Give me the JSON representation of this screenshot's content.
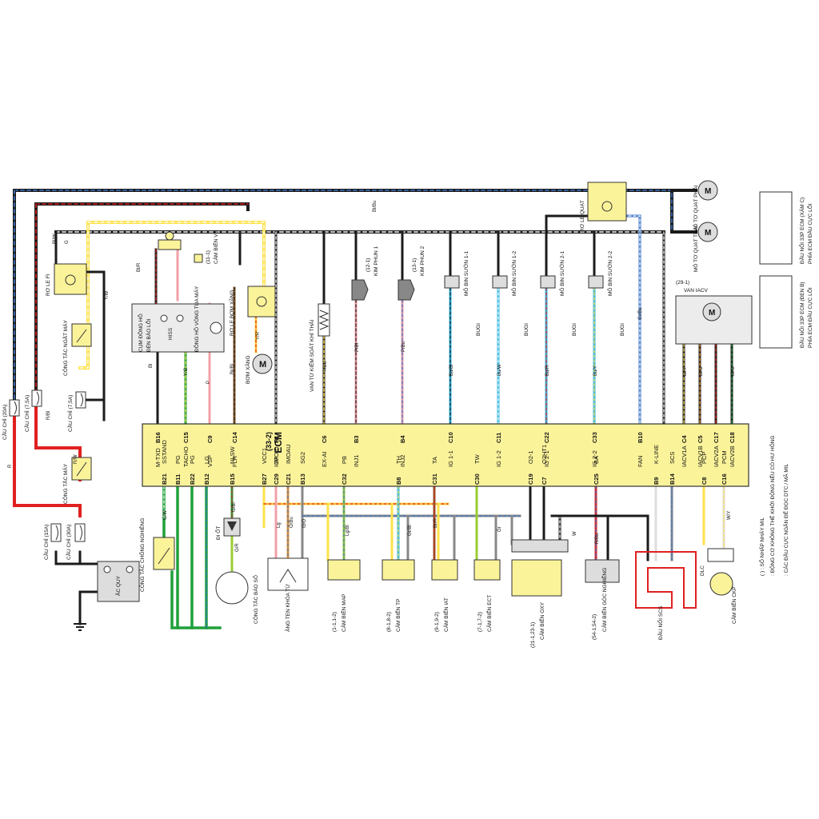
{
  "colors": {
    "black": "#1b1b1b",
    "red": "#e02020",
    "yellow": "#ffe24a",
    "green": "#1fa03a",
    "blue": "#3a73c8",
    "pink": "#f2a0a8",
    "ecm_fill": "#fbf39a",
    "grey": "#cccccc",
    "orange": "#f29a2e",
    "cyan": "#2fb5e0"
  },
  "ecm": {
    "name": "ECM",
    "ref": "(33-2)"
  },
  "top_pins": [
    {
      "code": "B16",
      "name": "M-TXD"
    },
    {
      "code": "C15",
      "name": "TACHO"
    },
    {
      "code": "C9",
      "name": "VSP"
    },
    {
      "code": "C14",
      "name": "FLR"
    },
    {
      "code": "B1",
      "name": "IGP"
    },
    {
      "code": "C6",
      "name": "EX-AI"
    },
    {
      "code": "B3",
      "name": "INJ1"
    },
    {
      "code": "B4",
      "name": "INJ2"
    },
    {
      "code": "C10",
      "name": "IG 1-1"
    },
    {
      "code": "C11",
      "name": "IG 1-2"
    },
    {
      "code": "C22",
      "name": "IG 2-1"
    },
    {
      "code": "C33",
      "name": "IG 2-2"
    },
    {
      "code": "B10",
      "name": "FAN"
    },
    {
      "code": "C4",
      "name": "IACV1A"
    },
    {
      "code": "C5",
      "name": "IACV1B"
    },
    {
      "code": "C17",
      "name": "IACV2A"
    },
    {
      "code": "C18",
      "name": "IACV2B"
    }
  ],
  "bottom_pins": [
    {
      "code": "B21",
      "name": "SSTAND"
    },
    {
      "code": "B11",
      "name": "PG"
    },
    {
      "code": "B22",
      "name": "PG"
    },
    {
      "code": "B12",
      "name": "LG"
    },
    {
      "code": "B15",
      "name": "NLSW"
    },
    {
      "code": "B27",
      "name": "VCC1"
    },
    {
      "code": "C29",
      "name": "IMOID"
    },
    {
      "code": "C21",
      "name": "IMOAU"
    },
    {
      "code": "B13",
      "name": "SG2"
    },
    {
      "code": "C32",
      "name": "PB"
    },
    {
      "code": "B8",
      "name": "TH"
    },
    {
      "code": "C31",
      "name": "TA"
    },
    {
      "code": "C30",
      "name": "TW"
    },
    {
      "code": "C19",
      "name": "O2-1"
    },
    {
      "code": "C7",
      "name": "O2HT1"
    },
    {
      "code": "C25",
      "name": "BA"
    },
    {
      "code": "B9",
      "name": "K-LINE"
    },
    {
      "code": "B14",
      "name": "SCS"
    },
    {
      "code": "C8",
      "name": "PCP"
    },
    {
      "code": "C16",
      "name": "PCM"
    }
  ],
  "components": {
    "fuse_20a": "CẦU CHÌ (20A)",
    "fuse_75a_1": "CẦU CHÌ (7,5A)",
    "fuse_75a_2": "CẦU CHÌ (7,5A)",
    "fuse_15a": "CẦU CHÌ (15A)",
    "fuse_30a": "CẦU CHÌ (30A)",
    "battery": "ẮC QUY",
    "relay_fi": "RƠ LE FI",
    "engine_stop": "CÔNG TẮC NGẮT MÁY",
    "ignition": "CÔNG TẮC MÁY",
    "meter": "CỤM ĐỒNG HỒ",
    "mil": "ĐÈN BÁO LỖI",
    "hiss": "HISS",
    "tacho": "ĐỒNG HỒ VÒNG TUA MÁY",
    "vs_sensor": "CẢM BIẾN VS",
    "vs_ref": "(11-1)",
    "pump_relay": "RƠ LE BƠM XĂNG",
    "pump": "BƠM XĂNG",
    "exai": "VAN TỪ KIỂM SOÁT KHÍ THẢI",
    "inj1": "KIM PHUN 1",
    "inj1_ref": "(12-1)",
    "inj2": "KIM PHUN 2",
    "inj2_ref": "(13-1)",
    "coil11": "MÔ BIN SƯỜN 1-1",
    "coil12": "MÔ BIN SƯỜN 1-2",
    "coil21": "MÔ BIN SƯỜN 2-1",
    "coil22": "MÔ BIN SƯỜN 2-2",
    "spark": "BUGI",
    "fan_relay": "RƠ LE QUẠT",
    "fan_r": "MÔ TƠ QUẠT PHẢI",
    "fan_l": "MÔ TƠ QUẠT TRÁI",
    "iacv": "VAN IACV",
    "iacv_ref": "(29-1)",
    "conn_c": "ĐẦU NỐI 33P ECM (XÁM C)",
    "conn_b": "ĐẦU NỐI 33P ECM (ĐEN B)",
    "conn_side": "PHÍA ECM ĐẦU CỰC LỖI",
    "sidestand": "CÔNG TẮC CHỐNG NGHIÊNG",
    "diode": "ĐI ỐT",
    "gear": "CÔNG TẮC BÁO SỐ",
    "antenna": "ĂNG TEN KHÓA TỪ",
    "map": "CẢM BIẾN MAP",
    "map_ref": "(1-1,1-2)",
    "tp": "CẢM BIẾN TP",
    "tp_ref": "(8-1,8-2)",
    "iat": "CẢM BIẾN IAT",
    "iat_ref": "(9-1,9-2)",
    "ect": "CẢM BIẾN ECT",
    "ect_ref": "(7-1,7-2)",
    "oxy": "CẢM BIẾN OXY",
    "oxy_ref": "(21-1,23-1)",
    "bank": "CẢM BIẾN GÓC NGHIÊNG",
    "bank_ref": "(54-1,54-2)",
    "scs": "ĐẦU NỐI SCS",
    "dlc": "DLC",
    "ckp": "CẢM BIẾN CKP",
    "legend_1": "( ) : SỐ NHẤP NHÁY MIL",
    "legend_2": ": ĐỘNG CƠ KHÔNG THỂ KHỞI ĐỘNG NẾU CÓ HƯ HỎNG",
    "legend_3": ": CÁC ĐẦU CỰC NGẮN ĐỂ ĐỌC DTC / MÃ MIL"
  },
  "wire_labels": [
    "Bl/Bu",
    "Bl/W",
    "Bl/R",
    "R/Bl",
    "Y/W",
    "G",
    "Bl",
    "Br/Bl",
    "Y/R",
    "P",
    "Y/G",
    "Y/Bu",
    "P/Bl",
    "P/Bu",
    "Bu/Bl",
    "Bu/W",
    "Bu/R",
    "Bu/Y",
    "Gr/Bu",
    "Bl/Y",
    "Bl/O",
    "Bl/G",
    "G/W",
    "G/Bl",
    "G/R",
    "Lg",
    "O/Bu",
    "G/O",
    "Lg/Bl",
    "Gr/Bl",
    "Br/R",
    "Gr",
    "W",
    "R/Bu",
    "W/Y",
    "R/W",
    "R"
  ]
}
